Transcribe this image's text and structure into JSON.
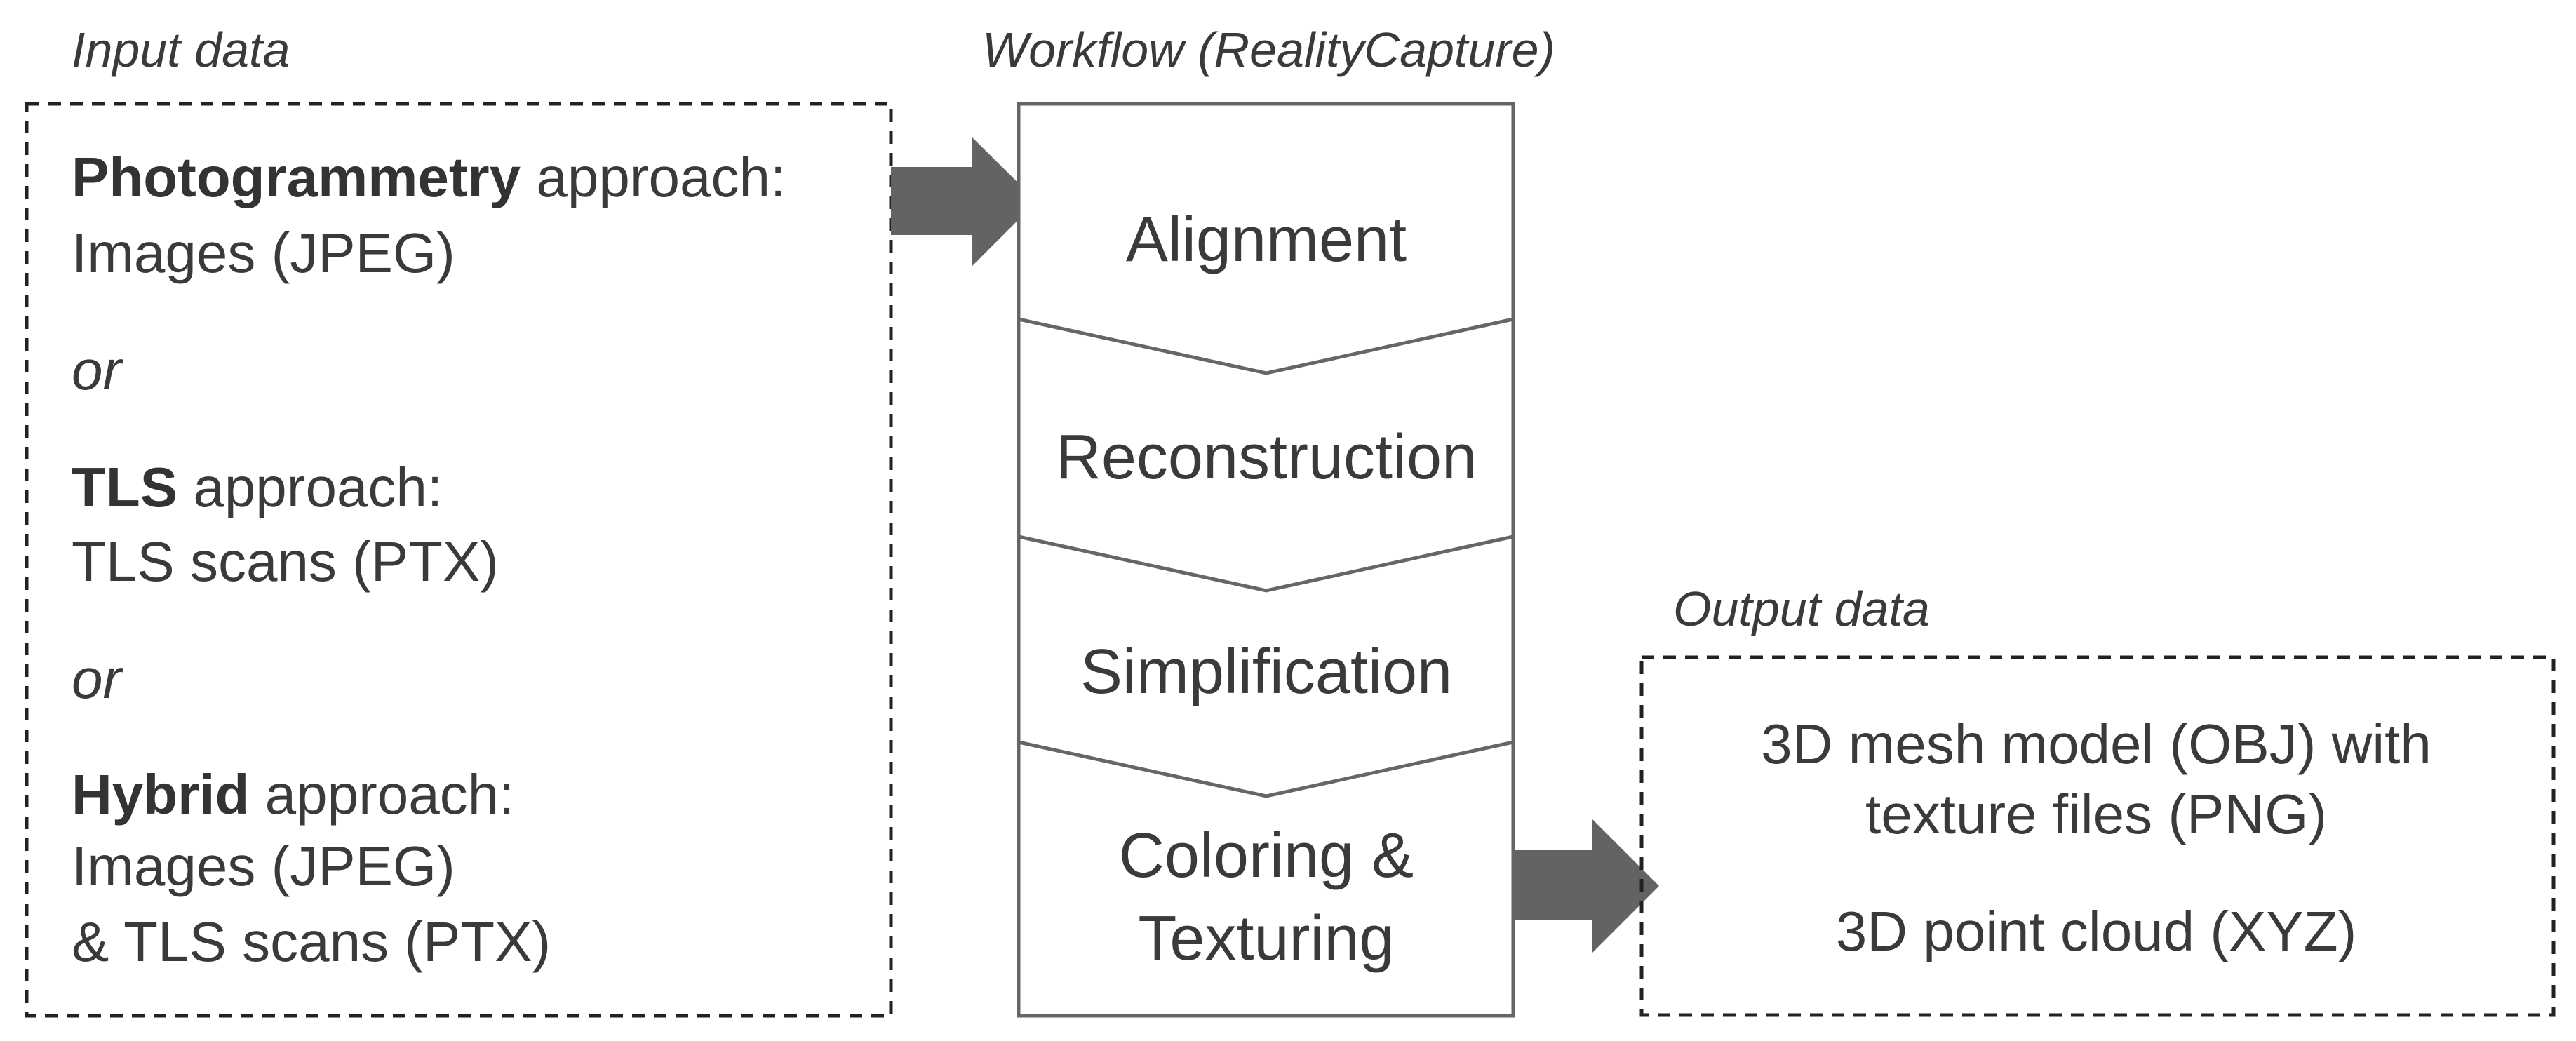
{
  "input": {
    "label": "Input data",
    "photogrammetry": {
      "name": "Photogrammetry",
      "suffix": " approach:",
      "data": "Images (JPEG)"
    },
    "or_1": "or",
    "tls": {
      "name": "TLS",
      "suffix": " approach:",
      "data": "TLS scans (PTX)"
    },
    "or_2": "or",
    "hybrid": {
      "name": "Hybrid",
      "suffix": " approach:",
      "data_line1": "Images (JPEG)",
      "data_line2": "& TLS scans (PTX)"
    }
  },
  "workflow": {
    "label": "Workflow (RealityCapture)",
    "steps": [
      "Alignment",
      "Reconstruction",
      "Simplification",
      "Coloring &",
      "Texturing"
    ]
  },
  "output": {
    "label": "Output data",
    "items": [
      "3D mesh model (OBJ) with",
      "texture files (PNG)",
      "3D point cloud (XYZ)"
    ]
  },
  "colors": {
    "arrow": "#636363",
    "border": "#666666",
    "dashed": "#222222",
    "text": "#3a3a3a"
  }
}
